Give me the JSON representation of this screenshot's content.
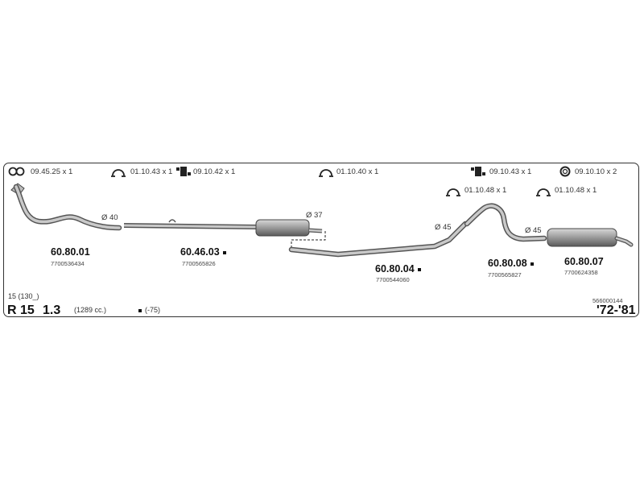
{
  "accessories": [
    {
      "code": "09.45.25 x 1",
      "icon": "gasket-ring-icon"
    },
    {
      "code": "01.10.43 x 1",
      "icon": "clamp-icon"
    },
    {
      "code": "09.10.42 x 1",
      "icon": "rubber-mount-icon"
    },
    {
      "code": "01.10.40 x 1",
      "icon": "clamp-icon"
    },
    {
      "code": "09.10.43 x 1",
      "icon": "rubber-mount-icon"
    },
    {
      "code": "09.10.10 x 2",
      "icon": "hanger-ring-icon"
    },
    {
      "code": "01.10.48 x 1",
      "icon": "clamp-icon"
    },
    {
      "code": "01.10.48 x 1",
      "icon": "clamp-icon"
    }
  ],
  "parts": [
    {
      "number": "60.80.01",
      "oem": "7700536434",
      "marked": false
    },
    {
      "number": "60.46.03",
      "oem": "7700565826",
      "marked": true
    },
    {
      "number": "60.80.04",
      "oem": "7700544060",
      "marked": true
    },
    {
      "number": "60.80.08",
      "oem": "7700565827",
      "marked": true
    },
    {
      "number": "60.80.07",
      "oem": "7700624358",
      "marked": false
    }
  ],
  "diameters": [
    "Ø 40",
    "Ø 37",
    "Ø 45",
    "Ø 45"
  ],
  "vehicle": {
    "variant": "15 (130_)",
    "model": "R 15",
    "engine": "1.3",
    "displacement": "(1289 cc.)",
    "marker_note": "(-75)",
    "years": "'72-'81",
    "catalog_number": "566000144"
  }
}
